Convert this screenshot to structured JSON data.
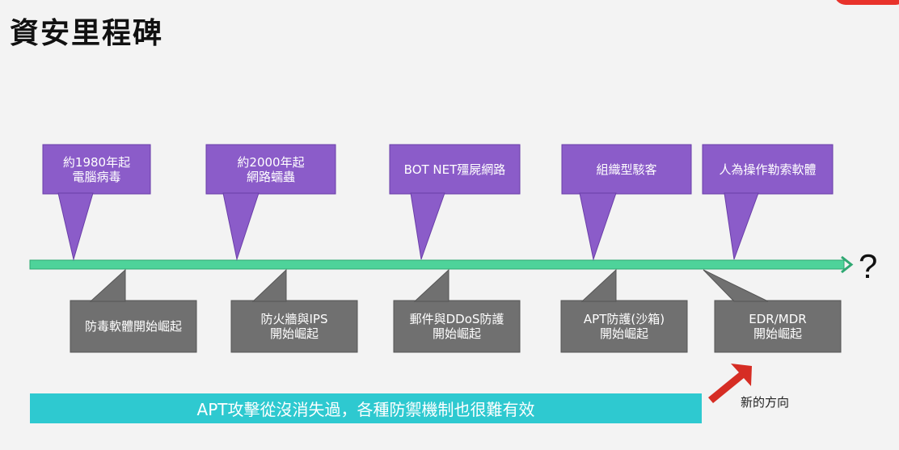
{
  "slide": {
    "title": "資安里程碑",
    "end_marker": "?",
    "banner_text": "APT攻擊從沒消失過，各種防禦機制也很難有效",
    "direction_label": "新的方向"
  },
  "threats": [
    {
      "label": "約1980年起\n電腦病毒"
    },
    {
      "label": "約2000年起\n網路蠕蟲"
    },
    {
      "label": "BOT NET殭屍網路"
    },
    {
      "label": "組織型駭客"
    },
    {
      "label": "人為操作勒索軟體"
    }
  ],
  "defenses": [
    {
      "label": "防毒軟體開始崛起"
    },
    {
      "label": "防火牆與IPS\n開始崛起"
    },
    {
      "label": "郵件與DDoS防護\n開始崛起"
    },
    {
      "label": "APT防護(沙箱)\n開始崛起"
    },
    {
      "label": "EDR/MDR\n開始崛起"
    }
  ],
  "colors": {
    "threat_fill": "#8b5cc9",
    "defense_fill": "#707070",
    "timeline": "#4ed39a",
    "banner": "#2ec9d0",
    "arrow": "#d62d24"
  }
}
